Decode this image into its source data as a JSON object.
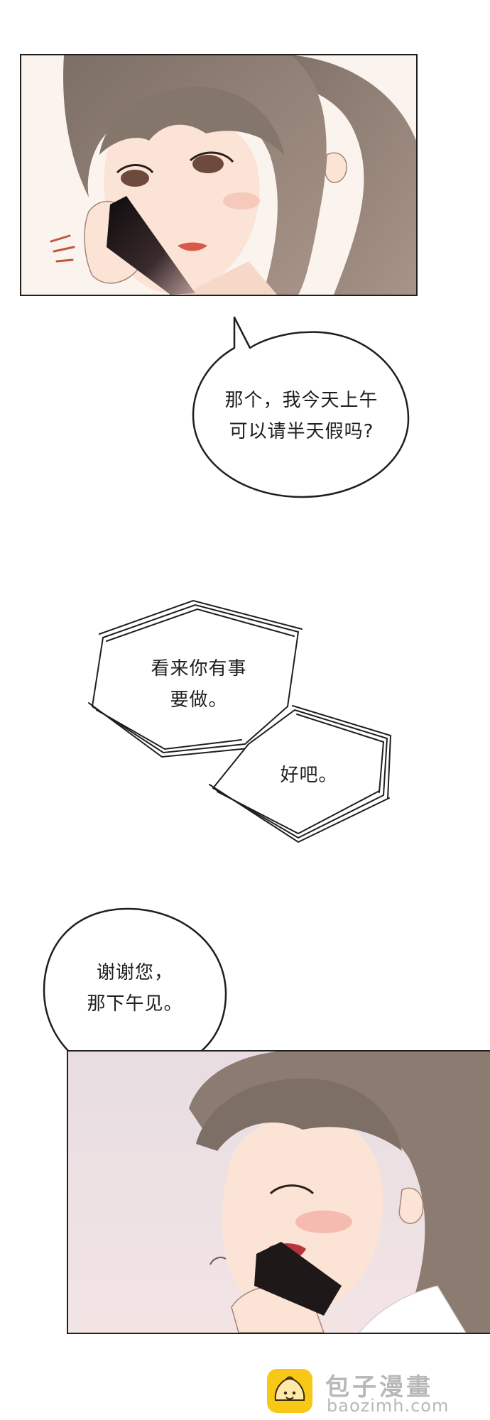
{
  "bubbles": {
    "request": "那个，我今天上午\n可以请半天假吗?",
    "reply_1": "看来你有事\n要做。",
    "reply_2": "好吧。",
    "thanks": "谢谢您，\n那下午见。"
  },
  "watermark": {
    "title": "包子漫畫",
    "url": "baozimh.com"
  },
  "colors": {
    "hair": "#8b7b70",
    "skin": "#fbe3d6",
    "phone": "#2a1c1f",
    "panel2_bg": "#ece2e5",
    "watermark_logo": "#f7c916"
  }
}
